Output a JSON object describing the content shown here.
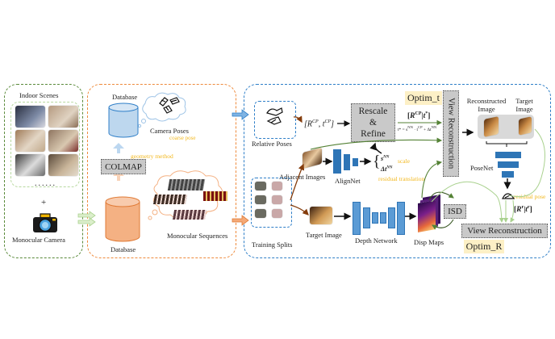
{
  "panels": {
    "scenes": {
      "title": "Indoor Scenes",
      "ellipsis": "......",
      "plus": "+",
      "camera_label": "Monocular Camera"
    },
    "database": {
      "top_db_label": "Database",
      "camera_poses_label": "Camera Poses",
      "coarse_pose_note": "coarse pose",
      "geometry_note": "geometry method",
      "colmap_label": "COLMAP",
      "bottom_db_label": "Database",
      "sequences_label": "Monocular Sequences"
    },
    "pipeline": {
      "relative_poses_label": "Relative Poses",
      "rcp_tcp": "[R^CP , t^CP]",
      "rescale_refine": [
        "Rescale",
        "&",
        "Refine"
      ],
      "optim_t": "Optim_t",
      "rcp_tstar": "[R^CP|t*]",
      "tstar_formula": "t* = s^NN · t^CP + Δt^NN",
      "view_reconstruction_vertical": "View Reconstruction",
      "reconstructed_image_label": "Reconstructed Image",
      "target_image_label_top": "Target Image",
      "posenet_label": "PoseNet",
      "residual_pose_note": "residual pose",
      "rr_tr": "[R^r|t^r]",
      "adjacent_images_label": "Adjacent Images",
      "alignnet_label": "AlignNet",
      "s_nn": "s^NN",
      "scale_note": "scale",
      "dt_nn": "Δt^NN",
      "residual_translation_note": "residual translation",
      "training_splits_label": "Training Splits",
      "target_image_label": "Target Image",
      "depth_network_label": "Depth Network",
      "disp_maps_label": "Disp Maps",
      "isd_label": "ISD",
      "view_reconstruction_bottom": "View Reconstruction",
      "optim_r": "Optim_R"
    }
  },
  "colors": {
    "green_panel": "#5a8a3a",
    "orange_panel": "#ee8a3c",
    "blue_panel": "#2f7fc8",
    "network_blue": "#2e75b6",
    "annotation_yellow": "#f2b81f",
    "optim_bg": "#fdf0c6",
    "gray_box": "#c9c9c9"
  }
}
